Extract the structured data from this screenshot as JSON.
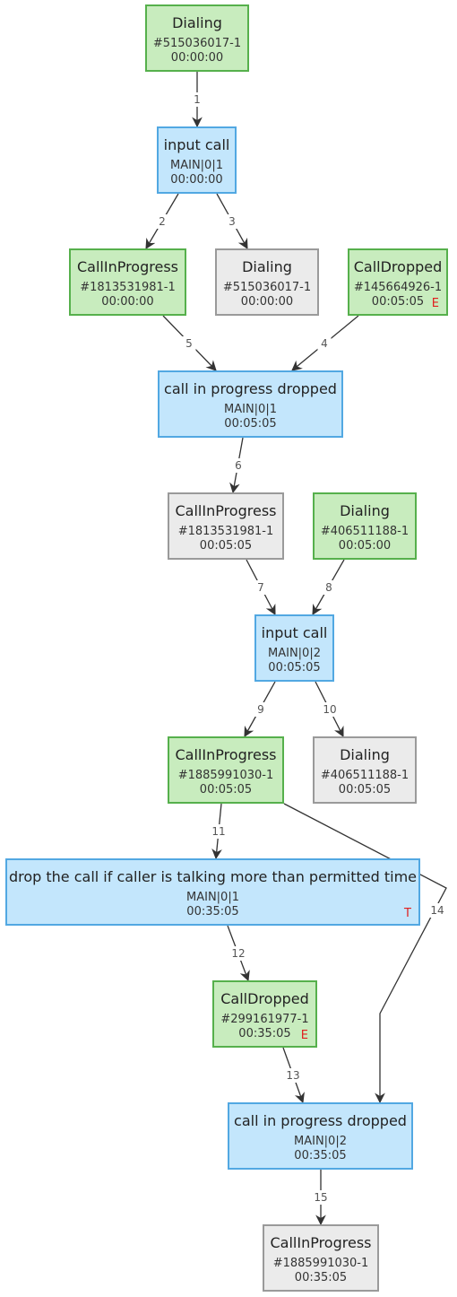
{
  "nodes": [
    {
      "title": "Dialing",
      "line1": "#515036017-1",
      "line2": "00:00:00",
      "flag": "",
      "color": "green"
    },
    {
      "title": "input call",
      "line1": "MAIN|0|1",
      "line2": "00:00:00",
      "flag": "",
      "color": "blue"
    },
    {
      "title": "CallInProgress",
      "line1": "#1813531981-1",
      "line2": "00:00:00",
      "flag": "",
      "color": "green"
    },
    {
      "title": "Dialing",
      "line1": "#515036017-1",
      "line2": "00:00:00",
      "flag": "",
      "color": "gray"
    },
    {
      "title": "CallDropped",
      "line1": "#145664926-1",
      "line2": "00:05:05",
      "flag": "E",
      "color": "green"
    },
    {
      "title": "call in progress dropped",
      "line1": "MAIN|0|1",
      "line2": "00:05:05",
      "flag": "",
      "color": "blue"
    },
    {
      "title": "CallInProgress",
      "line1": "#1813531981-1",
      "line2": "00:05:05",
      "flag": "",
      "color": "gray"
    },
    {
      "title": "Dialing",
      "line1": "#406511188-1",
      "line2": "00:05:00",
      "flag": "",
      "color": "green"
    },
    {
      "title": "input call",
      "line1": "MAIN|0|2",
      "line2": "00:05:05",
      "flag": "",
      "color": "blue"
    },
    {
      "title": "CallInProgress",
      "line1": "#1885991030-1",
      "line2": "00:05:05",
      "flag": "",
      "color": "green"
    },
    {
      "title": "Dialing",
      "line1": "#406511188-1",
      "line2": "00:05:05",
      "flag": "",
      "color": "gray"
    },
    {
      "title": "drop the call if caller is talking more than permitted time",
      "line1": "MAIN|0|1",
      "line2": "00:35:05",
      "flag": "T",
      "color": "blue"
    },
    {
      "title": "CallDropped",
      "line1": "#299161977-1",
      "line2": "00:35:05",
      "flag": "E",
      "color": "green"
    },
    {
      "title": "call in progress dropped",
      "line1": "MAIN|0|2",
      "line2": "00:35:05",
      "flag": "",
      "color": "blue"
    },
    {
      "title": "CallInProgress",
      "line1": "#1885991030-1",
      "line2": "00:35:05",
      "flag": "",
      "color": "gray"
    }
  ],
  "edges": [
    {
      "label": "1",
      "from": 0,
      "to": 1
    },
    {
      "label": "2",
      "from": 1,
      "to": 2
    },
    {
      "label": "3",
      "from": 1,
      "to": 3
    },
    {
      "label": "4",
      "from": 4,
      "to": 5
    },
    {
      "label": "5",
      "from": 2,
      "to": 5
    },
    {
      "label": "6",
      "from": 5,
      "to": 6
    },
    {
      "label": "7",
      "from": 6,
      "to": 8
    },
    {
      "label": "8",
      "from": 7,
      "to": 8
    },
    {
      "label": "9",
      "from": 8,
      "to": 9
    },
    {
      "label": "10",
      "from": 8,
      "to": 10
    },
    {
      "label": "11",
      "from": 9,
      "to": 11
    },
    {
      "label": "12",
      "from": 11,
      "to": 12
    },
    {
      "label": "13",
      "from": 12,
      "to": 13
    },
    {
      "label": "14",
      "from": 9,
      "to": 13
    },
    {
      "label": "15",
      "from": 13,
      "to": 14
    }
  ],
  "colors": {
    "green_fill": "#c8ecbe",
    "green_border": "#56b04c",
    "blue_fill": "#c3e6fc",
    "blue_border": "#52a8e2",
    "gray_fill": "#ebebeb",
    "gray_border": "#9a9a9a",
    "edge": "#333333",
    "flag": "#e02020"
  }
}
